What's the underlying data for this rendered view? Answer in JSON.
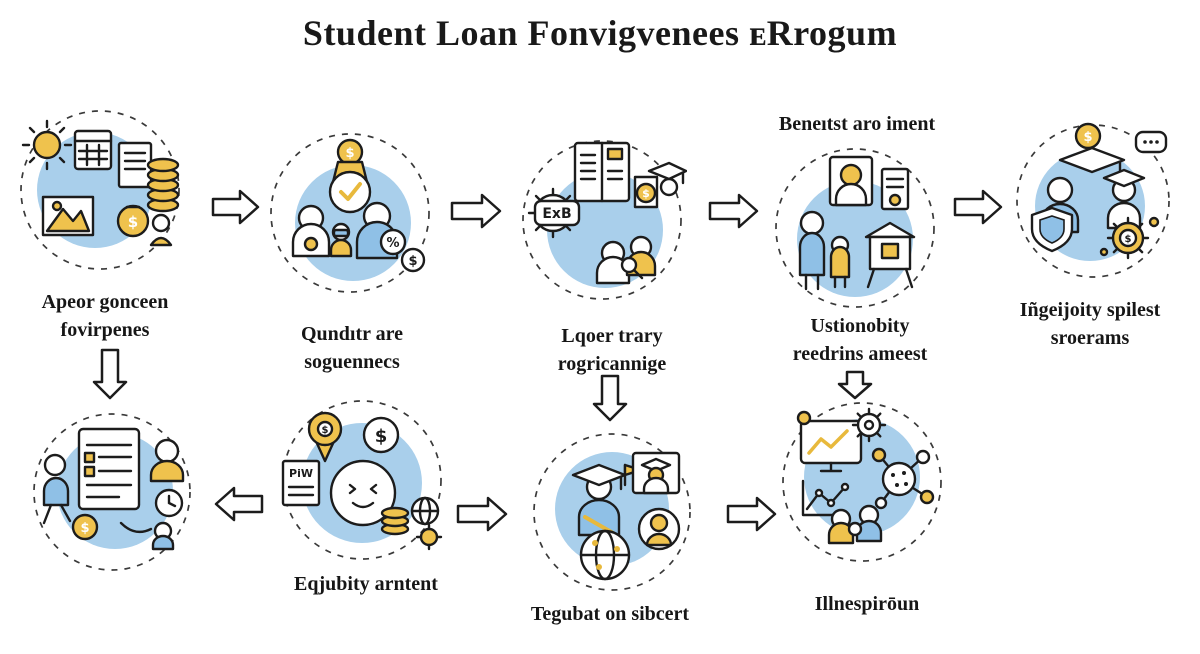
{
  "title": "Student Loan Fonvigvenees ᴇRrogum",
  "glyphs": {
    "dollar": "$",
    "percent": "%"
  },
  "top_row": [
    {
      "label_lines": [
        "Apeor gonceen",
        "fovirpenes"
      ]
    },
    {
      "label_lines": [
        "Qundıtr are",
        "soguennecs"
      ]
    },
    {
      "label_lines": [
        "Lqoer trary",
        "rogricannige"
      ],
      "icon_text": "ExB"
    },
    {
      "header": "Beneıtst aro iment",
      "label_lines": [
        "Ustionobity",
        "reedrins ameest"
      ]
    },
    {
      "label_lines": [
        "Iñgeijoity spilest",
        "sroerams"
      ]
    }
  ],
  "bottom_row": [
    {
      "label_lines": []
    },
    {
      "label_lines": [
        "Eqjubity arntent"
      ],
      "icon_text": "PiW"
    },
    {
      "label_lines": [
        "Tegubat on sibcert"
      ]
    },
    {
      "label_lines": [
        "Illnespirōun"
      ]
    }
  ]
}
